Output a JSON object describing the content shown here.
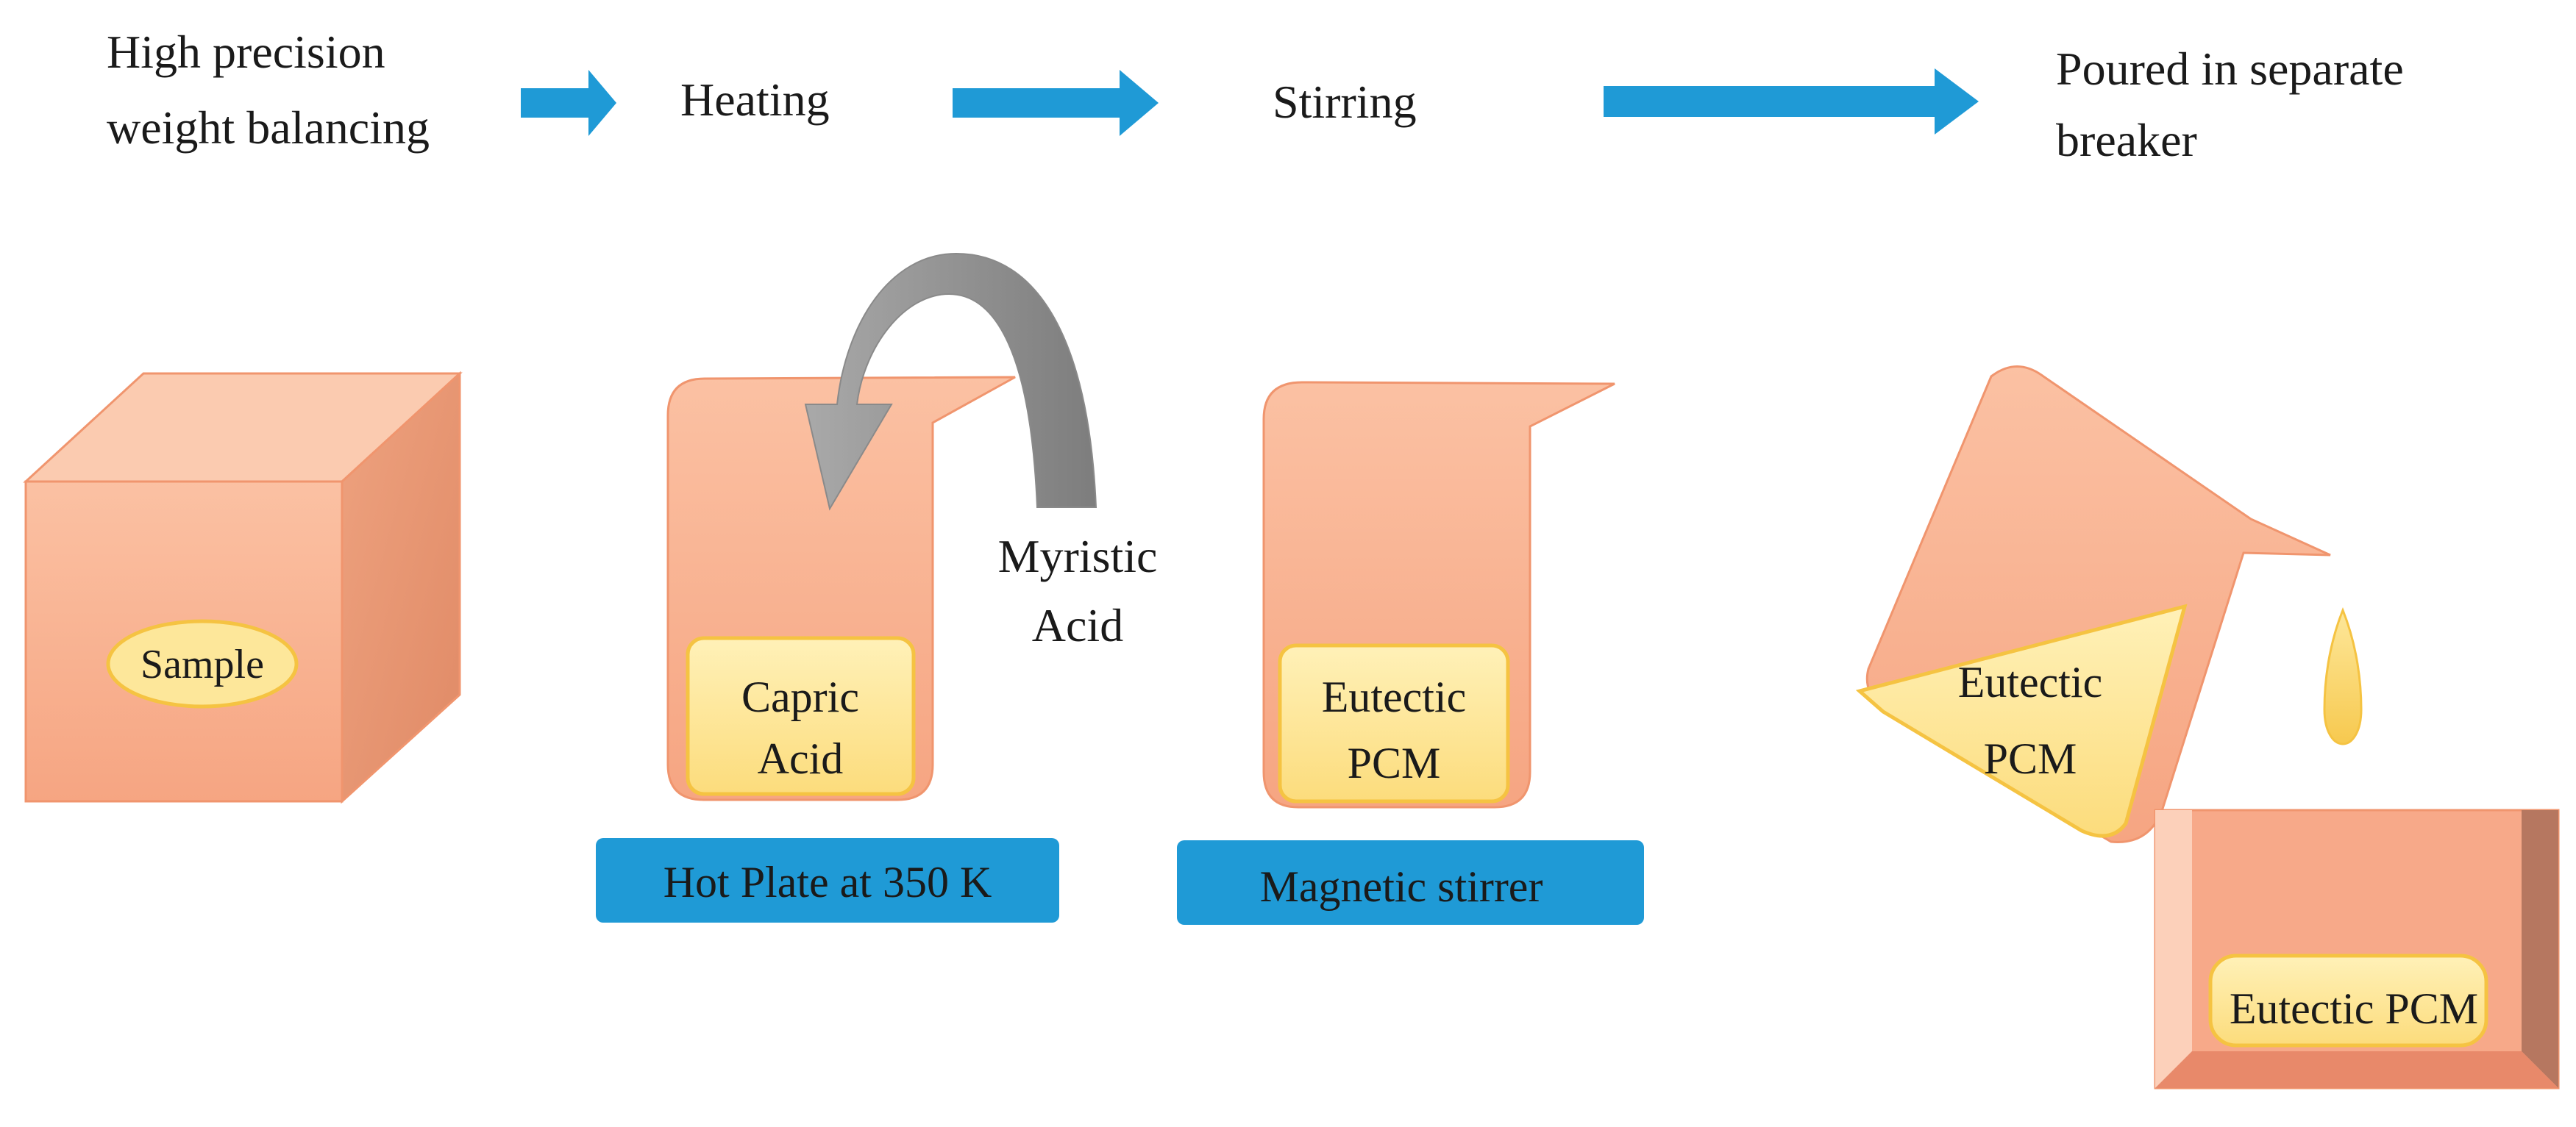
{
  "steps": [
    {
      "line1": "High precision",
      "line2": "weight balancing"
    },
    {
      "line1": "Heating"
    },
    {
      "line1": "Stirring"
    },
    {
      "line1": "Poured in separate",
      "line2": "breaker"
    }
  ],
  "sample": {
    "label": "Sample"
  },
  "heating": {
    "content_line1": "Capric",
    "content_line2": "Acid",
    "added_line1": "Myristic",
    "added_line2": "Acid",
    "plate": "Hot Plate at 350 K"
  },
  "stirring": {
    "content_line1": "Eutectic",
    "content_line2": "PCM",
    "plate": "Magnetic stirrer"
  },
  "pouring": {
    "content_line1": "Eutectic",
    "content_line2": "PCM",
    "result": "Eutectic PCM"
  },
  "colors": {
    "arrow_blue": "#1f9ad6",
    "container_salmon": "#f9b494",
    "container_edge": "#f0956e",
    "liquid_yellow": "#fde79a",
    "liquid_edge": "#f5c342",
    "curved_arrow_gray": "#9a9a9a"
  }
}
